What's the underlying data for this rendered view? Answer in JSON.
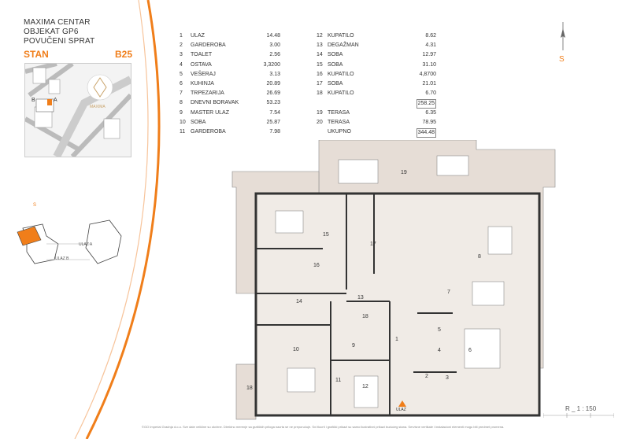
{
  "header": {
    "line1": "MAXIMA CENTAR",
    "line2": "OBJEKAT GP6",
    "line3": "POVUČENI SPRAT",
    "stan_label": "STAN",
    "unit_code": "B25"
  },
  "minimap": {
    "label_b": "B",
    "label_a": "A",
    "logo_text": "MAXIMA"
  },
  "keyplan": {
    "south_label": "S",
    "ulaz_a": "ULAZ A",
    "ulaz_b": "ULAZ B"
  },
  "rooms_left": [
    {
      "n": "1",
      "name": "ULAZ",
      "area": "14.48"
    },
    {
      "n": "2",
      "name": "GARDEROBA",
      "area": "3.00"
    },
    {
      "n": "3",
      "name": "TOALET",
      "area": "2.56"
    },
    {
      "n": "4",
      "name": "OSTAVA",
      "area": "3,3200"
    },
    {
      "n": "5",
      "name": "VEŠERAJ",
      "area": "3.13"
    },
    {
      "n": "6",
      "name": "KUHINJA",
      "area": "20.89"
    },
    {
      "n": "7",
      "name": "TRPEZARIJA",
      "area": "26.69"
    },
    {
      "n": "8",
      "name": "DNEVNI BORAVAK",
      "area": "53.23"
    },
    {
      "n": "9",
      "name": "MASTER ULAZ",
      "area": "7.54"
    },
    {
      "n": "10",
      "name": "SOBA",
      "area": "25.87"
    },
    {
      "n": "11",
      "name": "GARDEROBA",
      "area": "7.98"
    }
  ],
  "rooms_right": [
    {
      "n": "12",
      "name": "KUPATILO",
      "area": "8.62"
    },
    {
      "n": "13",
      "name": "DEGAŽMAN",
      "area": "4.31"
    },
    {
      "n": "14",
      "name": "SOBA",
      "area": "12.97"
    },
    {
      "n": "15",
      "name": "SOBA",
      "area": "31.10"
    },
    {
      "n": "16",
      "name": "KUPATILO",
      "area": "4,8700"
    },
    {
      "n": "17",
      "name": "SOBA",
      "area": "21.01"
    },
    {
      "n": "18",
      "name": "KUPATILO",
      "area": "6.70"
    },
    {
      "n": "",
      "name": "",
      "area": "258.25"
    },
    {
      "n": "19",
      "name": "TERASA",
      "area": "6.35"
    },
    {
      "n": "20",
      "name": "TERASA",
      "area": "78.95"
    },
    {
      "n": "",
      "name": "UKUPNO",
      "area": "344.48"
    }
  ],
  "compass": {
    "label": "S"
  },
  "plan_labels": {
    "r1": "1",
    "r2": "2",
    "r3": "3",
    "r4": "4",
    "r5": "5",
    "r6": "6",
    "r7": "7",
    "r8": "8",
    "r9": "9",
    "r10": "10",
    "r11": "11",
    "r12": "12",
    "r13": "13",
    "r14": "14",
    "r15": "15",
    "r16": "16",
    "r17": "17",
    "r18a": "18",
    "r18b": "18",
    "r19": "19",
    "ulaz": "ULAZ"
  },
  "scale": "R _ 1 : 150",
  "footer": "©GO Imperial Gradnja d.o.o.   Sve date veličine su okvirne. Direktno merenje sa grafičkih priloga nacrta se ne preporučuje. Svi tlocrti i grafički prikazi su samo ilustrativni prikazi budućeg stana. Servisne vertikale i instalacioni elementi mogu biti predmet promena.",
  "colors": {
    "accent": "#f07e1a",
    "floor": "#e6ddd6",
    "wall": "#333333"
  }
}
